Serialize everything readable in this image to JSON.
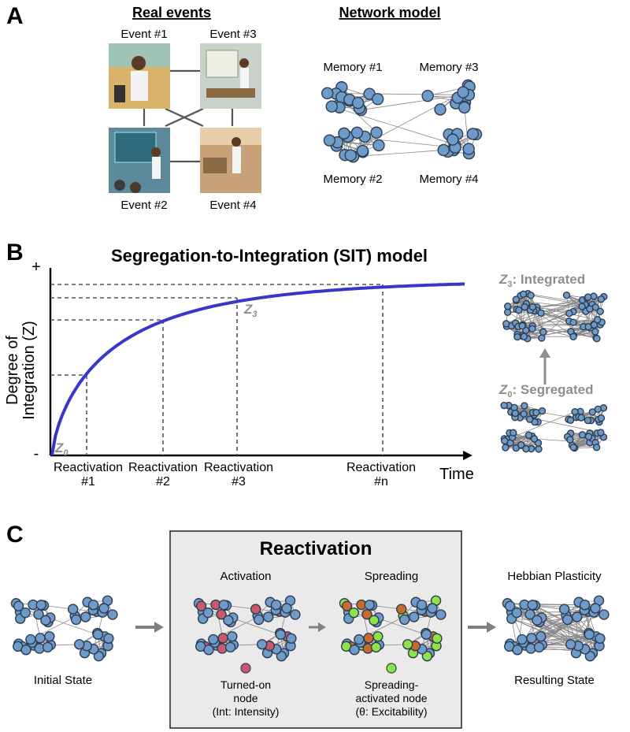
{
  "panel_a": {
    "label": "A",
    "real_events_title": "Real events",
    "network_model_title": "Network model",
    "events": [
      "Event #1",
      "Event #3",
      "Event #2",
      "Event #4"
    ],
    "memories": [
      "Memory #1",
      "Memory #3",
      "Memory #2",
      "Memory #4"
    ]
  },
  "panel_b": {
    "label": "B",
    "title": "Segregation-to-Integration (SIT) model",
    "y_label_1": "Degree of",
    "y_label_2": "Integration (Z)",
    "y_plus": "+",
    "y_minus": "-",
    "x_label": "Time",
    "z0": "Z",
    "z0_sub": "0",
    "z3": "Z",
    "z3_sub": "3",
    "reactivation": [
      "Reactivation",
      "Reactivation",
      "Reactivation",
      "Reactivation"
    ],
    "reactivation_num": [
      "#1",
      "#2",
      "#3",
      "#n"
    ],
    "integrated_label": ": Integrated",
    "segregated_label": ": Segregated",
    "color_curve": "#3a36c9"
  },
  "panel_c": {
    "label": "C",
    "box_title": "Reactivation",
    "activation_title": "Activation",
    "spreading_title": "Spreading",
    "hebbian_title": "Hebbian Plasticity",
    "initial_state": "Initial State",
    "resulting_state": "Resulting State",
    "turned_on_1": "Turned-on",
    "turned_on_2": "node",
    "turned_on_3": "(Int: Intensity)",
    "spreading_1": "Spreading-",
    "spreading_2": "activated node",
    "spreading_3": "(θ: Excitability)"
  },
  "chart_data": {
    "type": "line",
    "title": "Segregation-to-Integration (SIT) model",
    "xlabel": "Time",
    "ylabel": "Degree of Integration (Z)",
    "categories": [
      "Reactivation #1",
      "Reactivation #2",
      "Reactivation #3",
      "Reactivation #n"
    ],
    "series": [
      {
        "values": [
          0.45,
          0.72,
          0.87,
          0.97
        ]
      }
    ]
  }
}
